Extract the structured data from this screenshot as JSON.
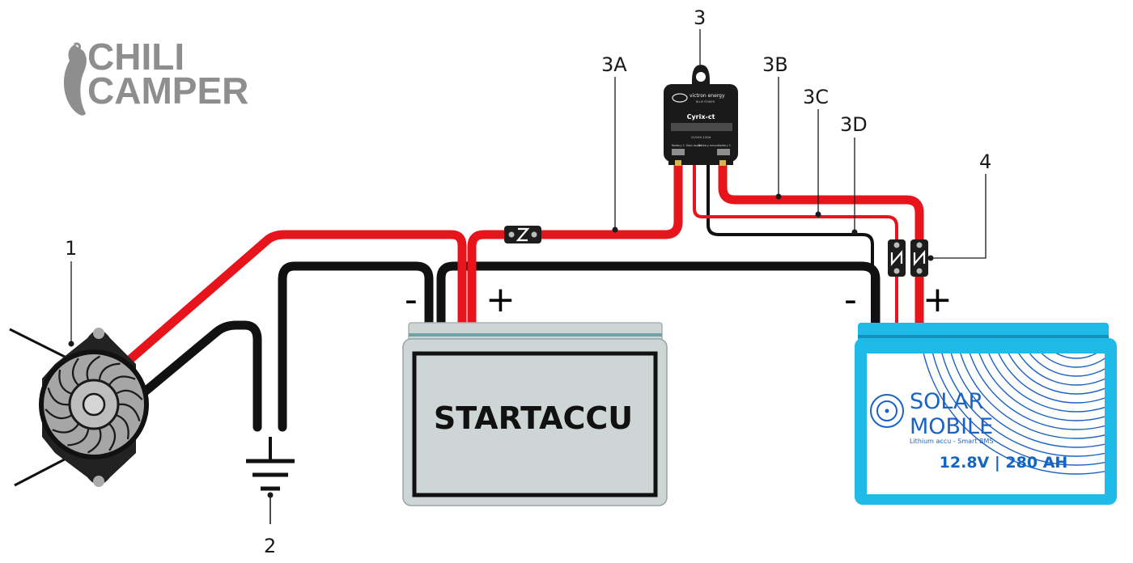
{
  "logo": {
    "line1": "CHILI",
    "line2": "CAMPER"
  },
  "callouts": {
    "alternator": "1",
    "ground": "2",
    "relay": "3",
    "relay_cable_a": "3A",
    "relay_cable_b": "3B",
    "relay_cable_c": "3C",
    "relay_cable_d": "3D",
    "fuses": "4"
  },
  "start_battery": {
    "label": "STARTACCU",
    "minus": "-",
    "plus": "+"
  },
  "solar_battery": {
    "brand_line1": "SOLAR",
    "brand_line2": "MOBILE",
    "subtitle": "Lithium accu - Smart BMS",
    "spec": "12.8V | 280 AH",
    "minus": "-",
    "plus": "+"
  },
  "relay": {
    "brand": "victron energy",
    "tagline": "BLUE POWER",
    "model": "Cyrix-ct",
    "rating": "12/24V-120A",
    "terminals": [
      "Battery 1",
      "Start assist",
      "Battery minus",
      "Battery 2"
    ]
  },
  "colors": {
    "positive_cable": "#e8141b",
    "negative_cable": "#111111",
    "solar_battery": "#1ebbe9",
    "start_battery": "#cdd5d5",
    "logo": "#8e8e8e",
    "solar_text": "#1565c0"
  },
  "icons": [
    "chili-pepper-icon",
    "alternator-icon",
    "ground-symbol-icon",
    "fuse-icon",
    "solar-disc-icon"
  ]
}
